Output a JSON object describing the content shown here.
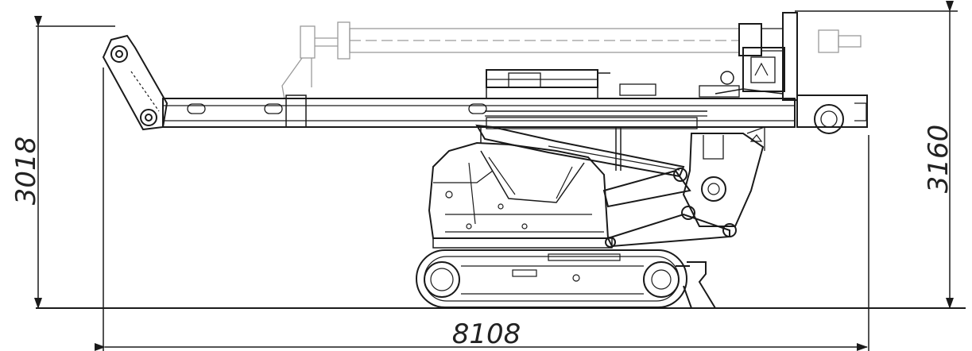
{
  "dimensions": {
    "height_left": "3018",
    "height_right": "3160",
    "length_bottom": "8108"
  },
  "colors": {
    "line": "#1a1a1a",
    "ghost": "#9a9a9a",
    "background": "#ffffff"
  }
}
